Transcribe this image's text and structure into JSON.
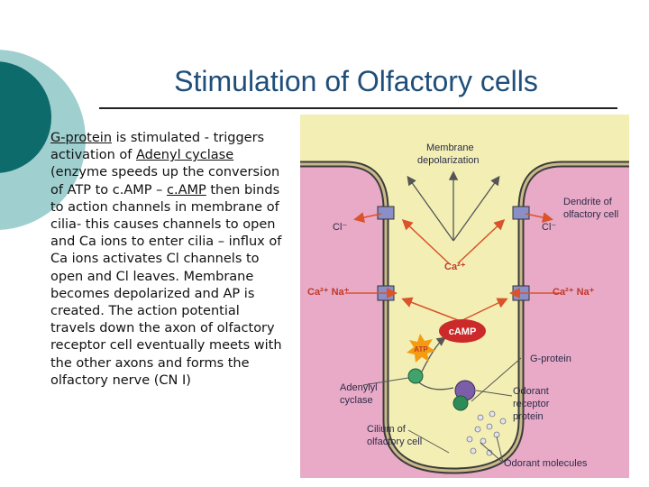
{
  "title": "Stimulation of Olfactory cells",
  "paragraph": {
    "p1": "G-protein",
    "p2": " is stimulated - triggers activation of ",
    "p3": "Adenyl cyclase",
    "p4": " (enzyme speeds up the conversion of ATP to c.AMP – ",
    "p5": "c.AMP",
    "p6": " then binds to action channels in membrane of cilia- this causes channels to open and Ca ions to enter cilia – influx of Ca ions activates Cl channels to open and Cl leaves. Membrane becomes depolarized and AP is created. The action potential travels down the axon of olfactory receptor cell eventually meets with the other axons and forms the olfactory nerve (CN I)"
  },
  "diagram": {
    "membrane_depolarization": [
      "Membrane",
      "depolarization"
    ],
    "dendrite": [
      "Dendrite of",
      "olfactory cell"
    ],
    "cl_left": "Cl⁻",
    "cl_right": "Cl⁻",
    "ca_center": "Ca²⁺",
    "ca_na_left": "Ca²⁺  Na⁺",
    "ca_na_right": "Ca²⁺  Na⁺",
    "camp": "cAMP",
    "atp": "ATP",
    "g_protein": "G-protein",
    "adenylyl_cyclase": [
      "Adenylyl",
      "cyclase"
    ],
    "odorant_receptor": [
      "Odorant",
      "receptor",
      "protein"
    ],
    "cilium": [
      "Cilium of",
      "olfactory cell"
    ],
    "odorant_molecules": "Odorant molecules"
  },
  "colors": {
    "title": "#1f4e79",
    "deco_dark": "#0e6b6b",
    "deco_light": "#9fcfcf",
    "pink": "#e8aac6",
    "cell": "#f3efb4",
    "arrow": "#d9532b"
  }
}
